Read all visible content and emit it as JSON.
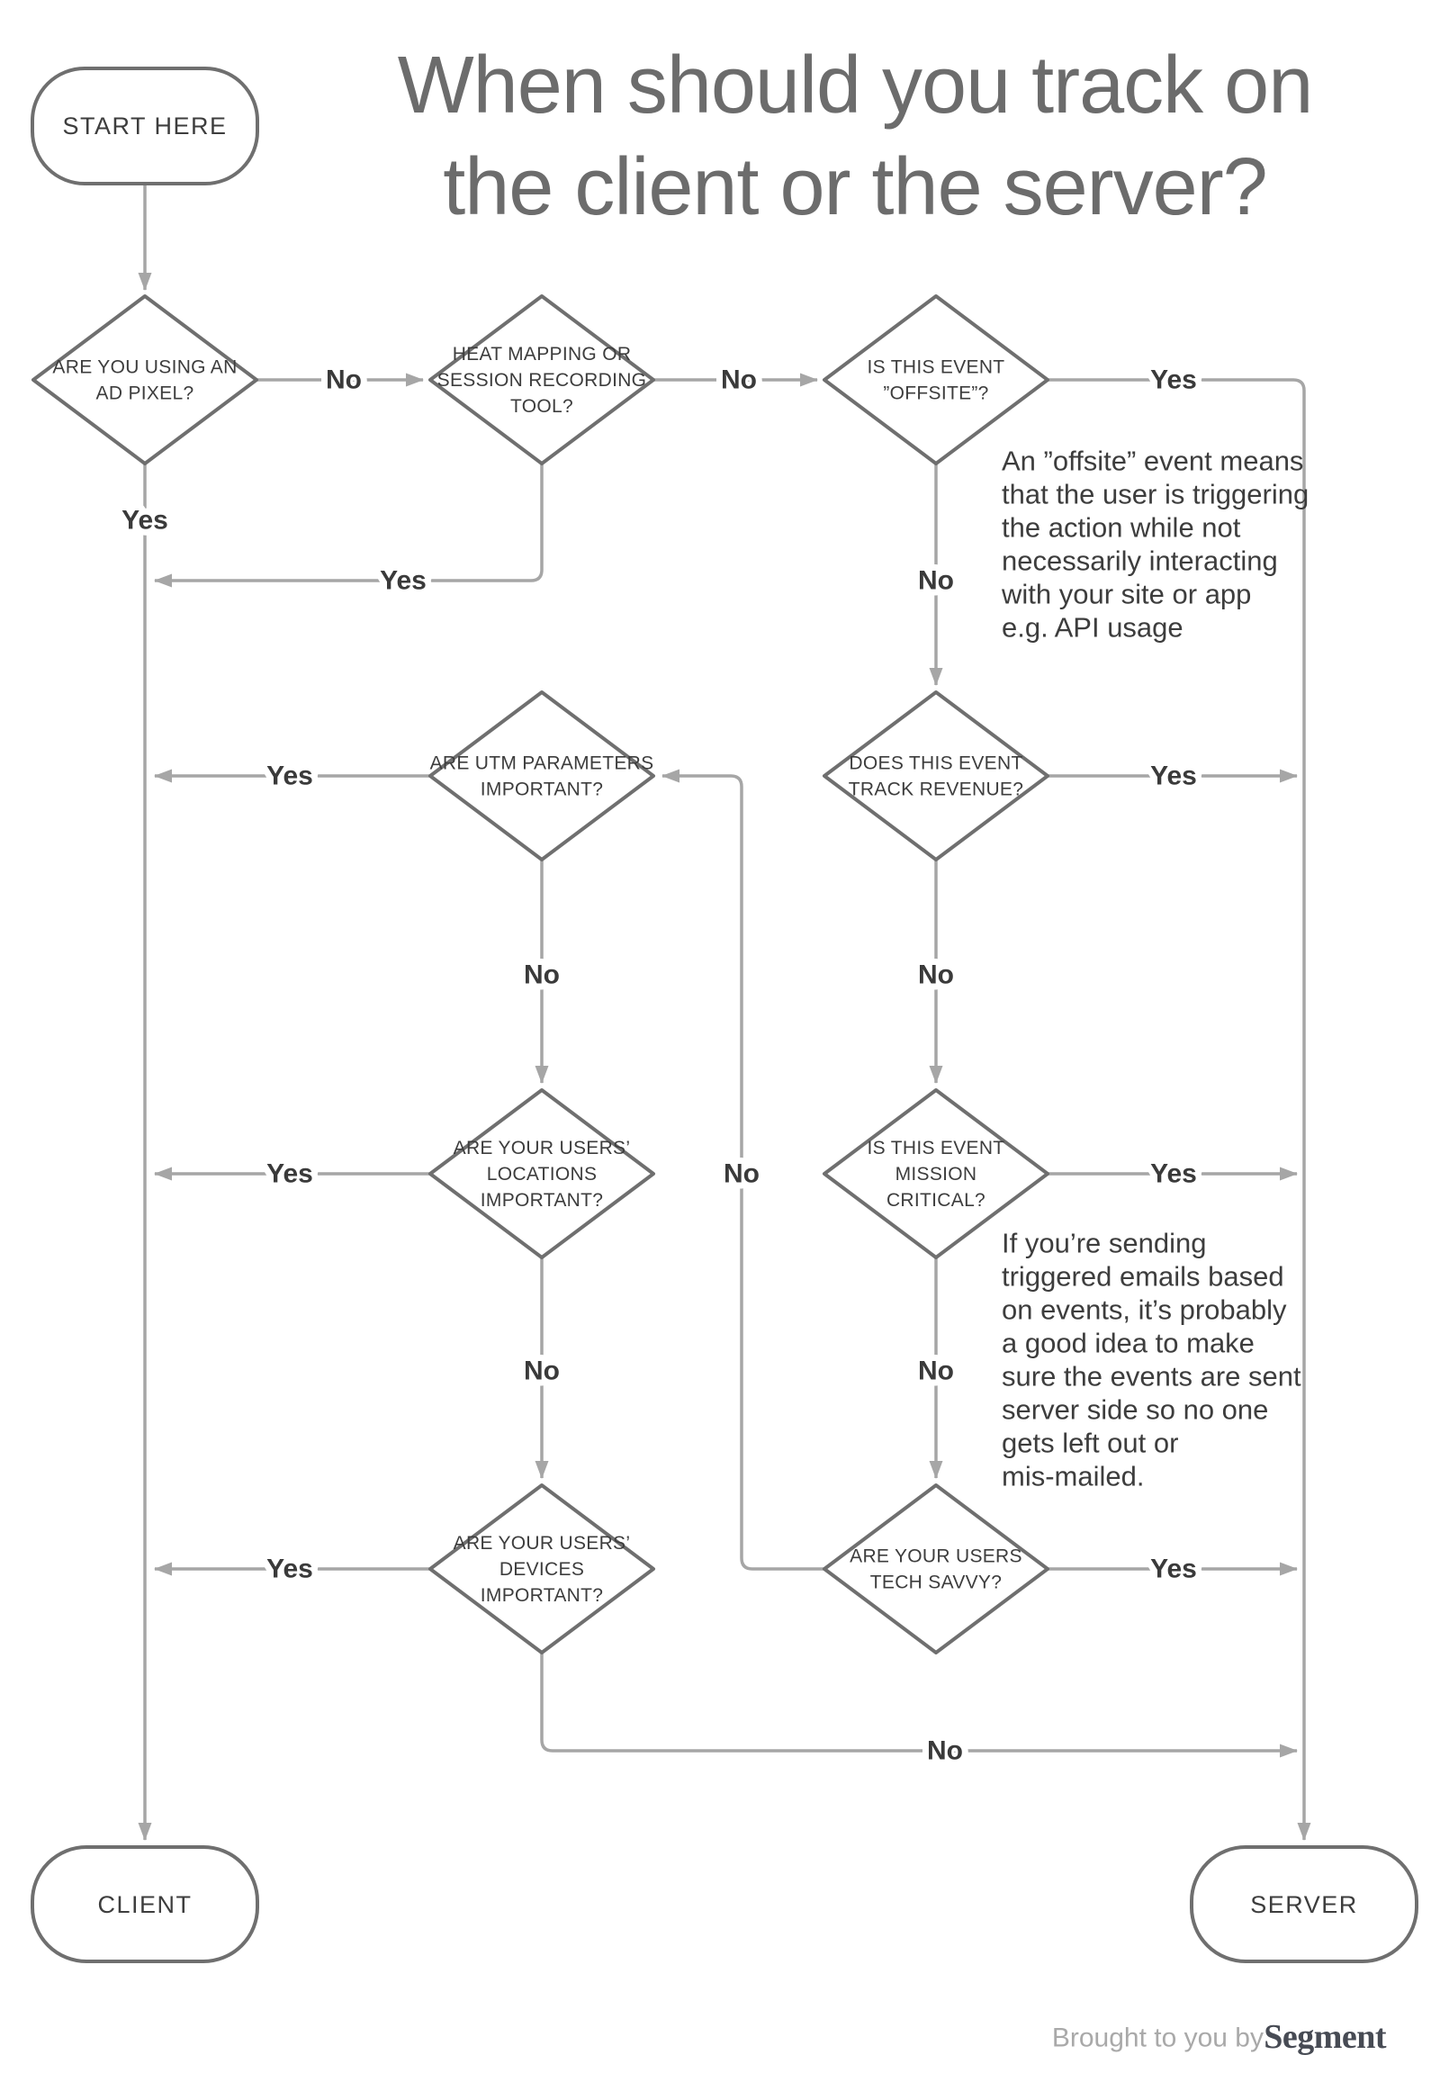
{
  "title": {
    "line1": "When should you track on",
    "line2": "the client or the server?"
  },
  "nodes": {
    "start": "START HERE",
    "ad_pixel": "ARE YOU USING AN\nAD PIXEL?",
    "heat_mapping": "HEAT MAPPING OR\nSESSION RECORDING\nTOOL?",
    "offsite": "IS THIS EVENT\n”OFFSITE”?",
    "utm": "ARE UTM PARAMETERS\nIMPORTANT?",
    "revenue": "DOES THIS EVENT\nTRACK REVENUE?",
    "locations": "ARE YOUR USERS’\nLOCATIONS\nIMPORTANT?",
    "mission_critical": "IS THIS EVENT\nMISSION\nCRITICAL?",
    "devices": "ARE YOUR USERS’\nDEVICES\nIMPORTANT?",
    "tech_savvy": "ARE YOUR USERS\nTECH SAVVY?",
    "client": "CLIENT",
    "server": "SERVER"
  },
  "edge_labels": {
    "ad_pixel_no": "No",
    "ad_pixel_yes": "Yes",
    "heat_mapping_no": "No",
    "heat_mapping_yes": "Yes",
    "offsite_yes": "Yes",
    "offsite_no": "No",
    "utm_yes": "Yes",
    "utm_no": "No",
    "revenue_yes": "Yes",
    "revenue_no": "No",
    "locations_yes": "Yes",
    "locations_no": "No",
    "mission_critical_yes": "Yes",
    "mission_critical_no": "No",
    "devices_yes": "Yes",
    "devices_no": "No",
    "tech_savvy_yes": "Yes",
    "tech_savvy_no": "No"
  },
  "annotations": {
    "offsite_note": "An ”offsite” event means\nthat the user is triggering\nthe action while not\nnecessarily interacting\nwith your site or app\ne.g. API usage",
    "mission_critical_note": "If you’re sending\ntriggered emails based\non events, it’s probably\na good idea to make\nsure the events are sent\nserver side so no one\ngets left out or\nmis-mailed."
  },
  "footer": {
    "brought_to_you_by": "Brought to you by",
    "brand": "Segment"
  },
  "colors": {
    "background": "#ffffff",
    "connector": "#a6a6a6",
    "shape_stroke": "#6f6f6f",
    "node_text": "#3d3d3d",
    "edge_label_text": "#3a3a3a",
    "title_text": "#6c6c6c",
    "annotation_text": "#3d3d3d",
    "footer_light_text": "#a9a9a9",
    "footer_brand_text": "#474b54"
  }
}
